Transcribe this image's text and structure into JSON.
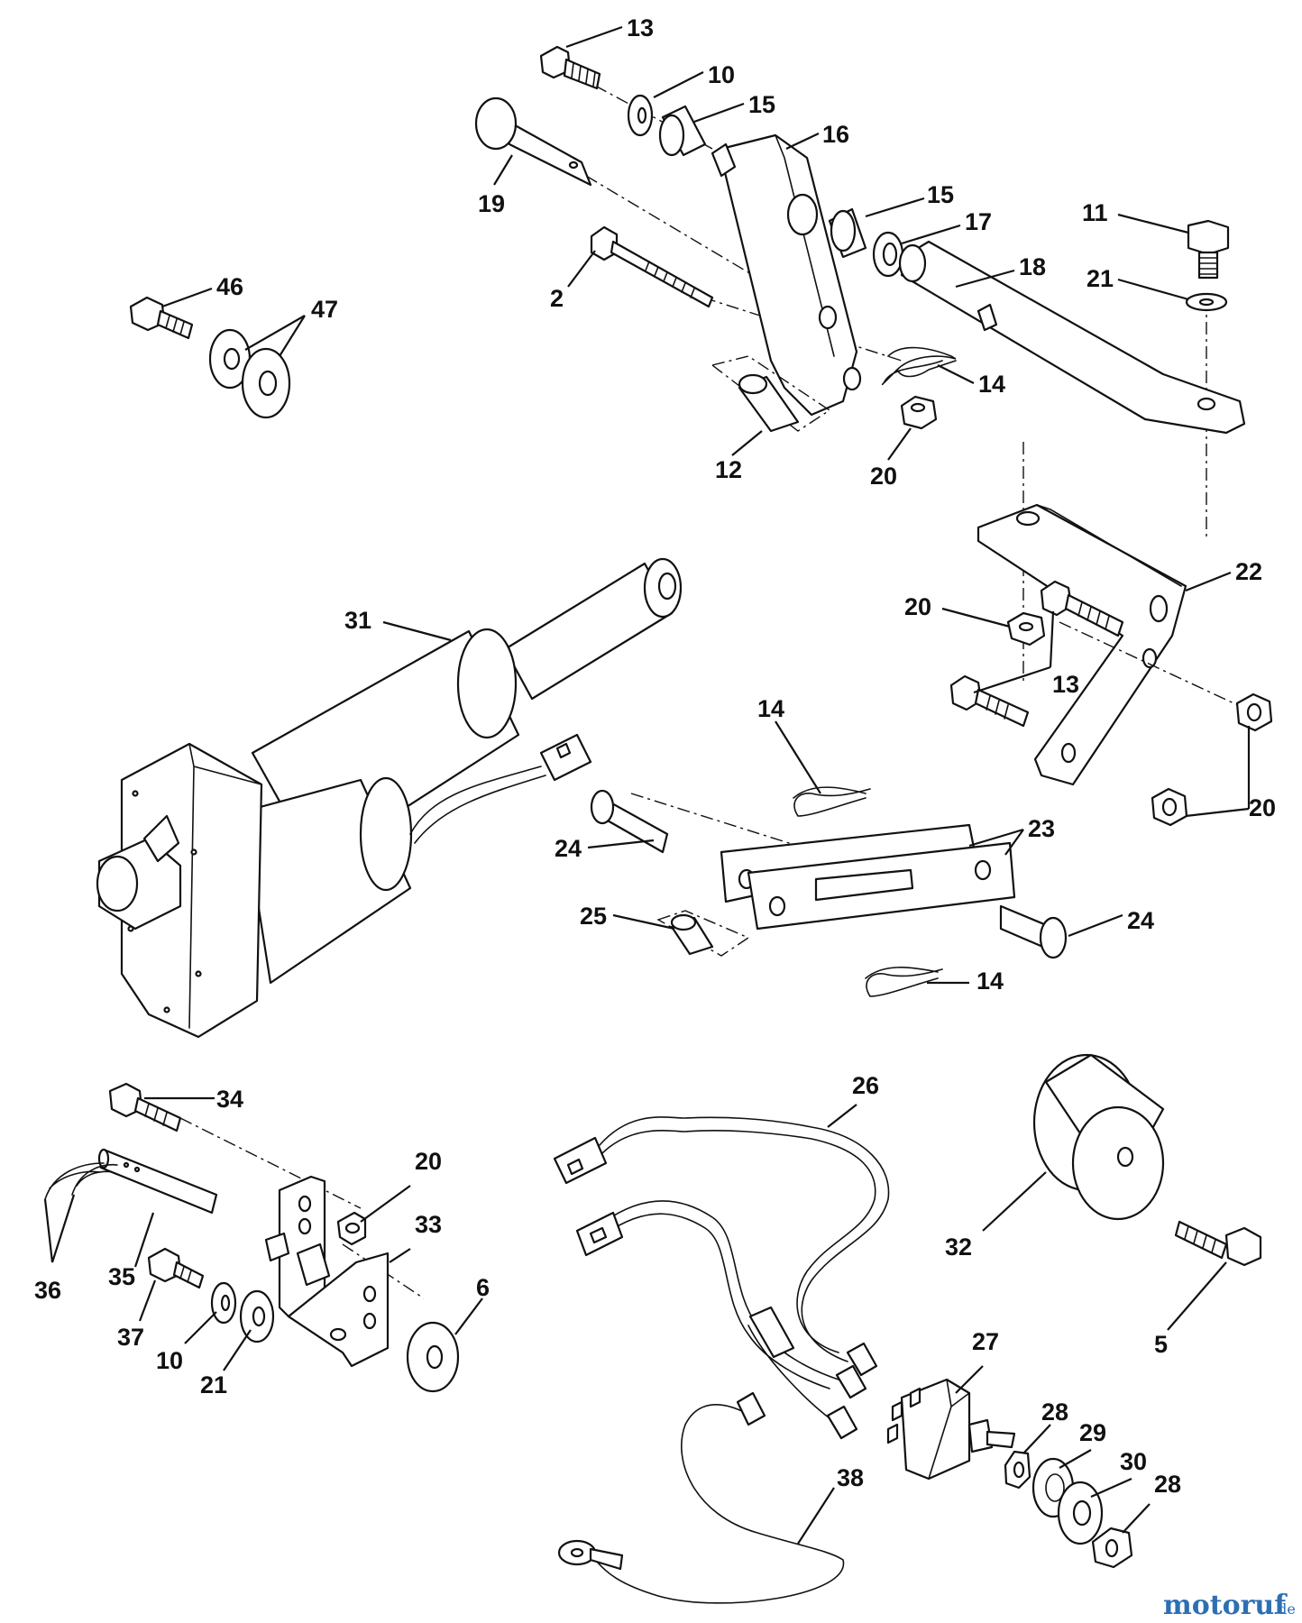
{
  "callouts": {
    "c13a": "13",
    "c10a": "10",
    "c15a": "15",
    "c16": "16",
    "c19": "19",
    "c15b": "15",
    "c17": "17",
    "c11": "11",
    "c2": "2",
    "c18": "18",
    "c21a": "21",
    "c46": "46",
    "c47": "47",
    "c14a": "14",
    "c12": "12",
    "c20a": "20",
    "c22": "22",
    "c31": "31",
    "c20b": "20",
    "c13b": "13",
    "c14b": "14",
    "c20c": "20",
    "c23": "23",
    "c24a": "24",
    "c24b": "24",
    "c25": "25",
    "c14c": "14",
    "c34": "34",
    "c26": "26",
    "c20d": "20",
    "c33": "33",
    "c36": "36",
    "c35": "35",
    "c6": "6",
    "c32": "32",
    "c37": "37",
    "c10b": "10",
    "c21b": "21",
    "c5": "5",
    "c27": "27",
    "c28a": "28",
    "c29": "29",
    "c30": "30",
    "c28b": "28",
    "c38": "38"
  },
  "watermark": {
    "brand": "motoruf",
    "suffix": ".de"
  },
  "colors": {
    "line": "#111111",
    "background": "#ffffff",
    "watermark": "#2d6fb3"
  }
}
